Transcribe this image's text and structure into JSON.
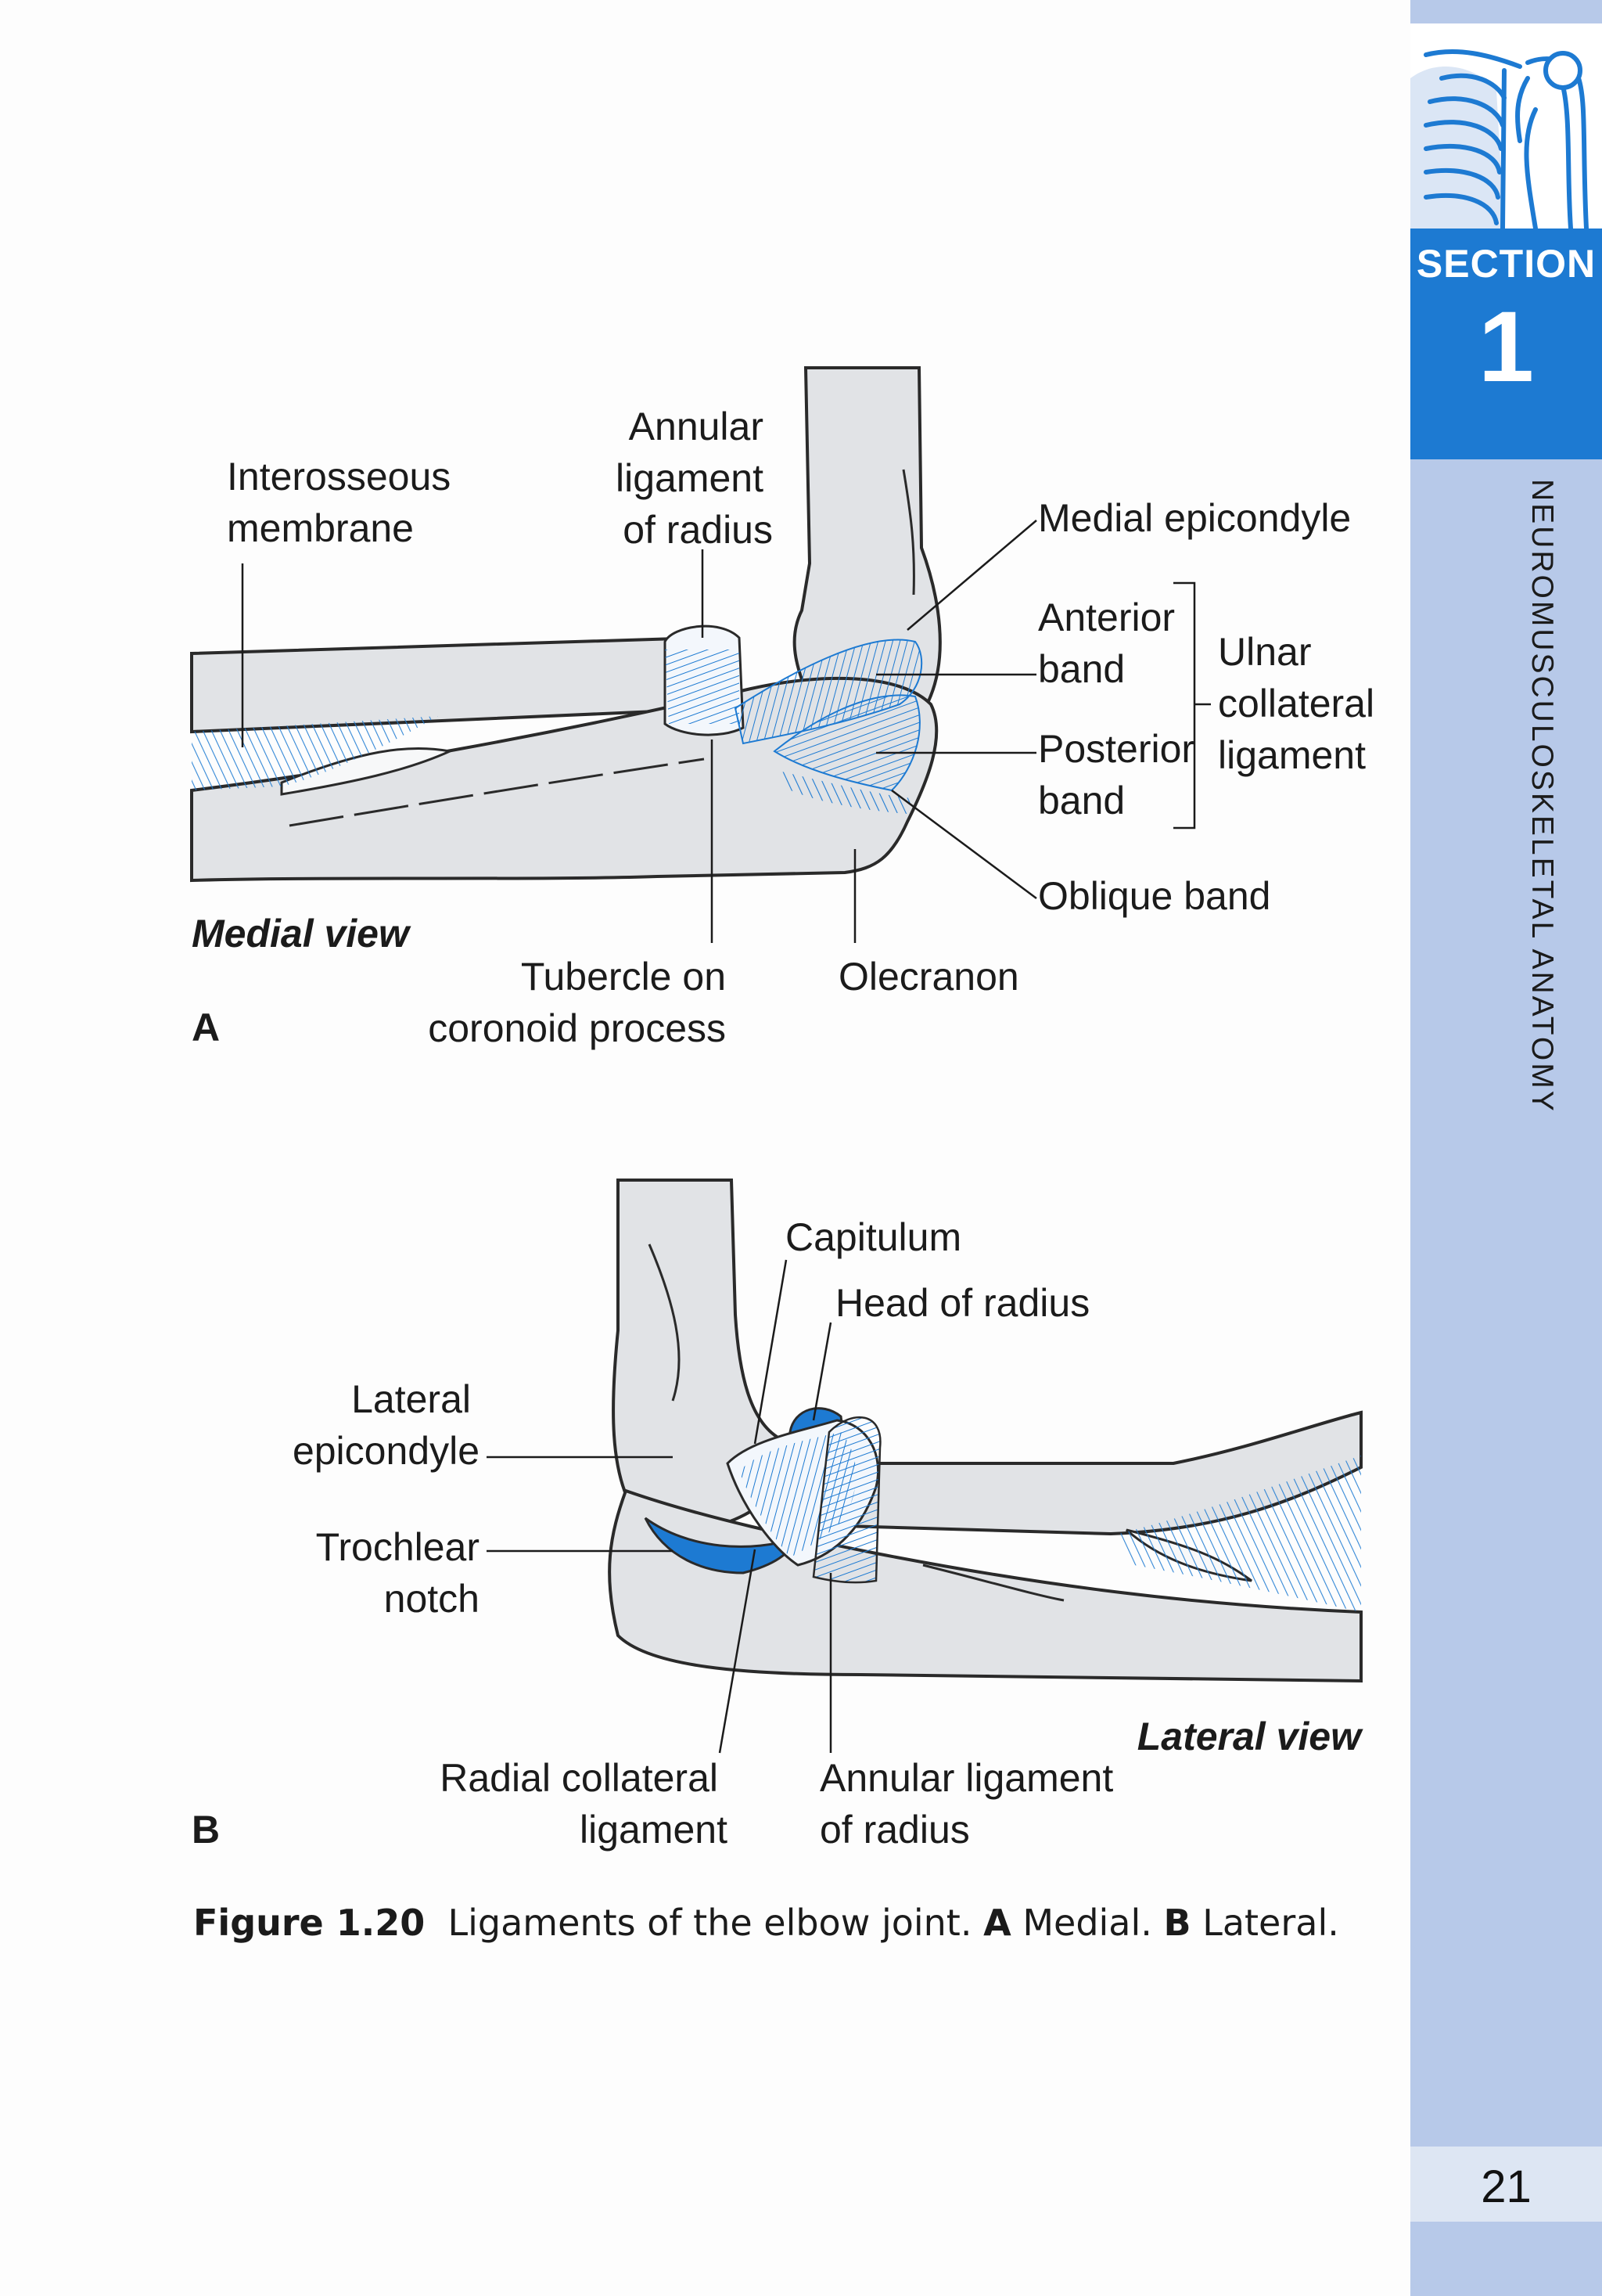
{
  "sidebar": {
    "section_label": "SECTION",
    "section_number": "1",
    "vertical_title": "NEUROMUSCULOSKELETAL ANATOMY",
    "page_number": "21",
    "colors": {
      "section_block": "#1d7ad2",
      "sidebar": "#b7c9e9",
      "page_box": "#dde6f3"
    },
    "icon": "skeleton-thorax-icon"
  },
  "figure_a": {
    "panel": "A",
    "view": "Medial view",
    "labels": {
      "interosseous": [
        "Interosseous",
        "membrane"
      ],
      "annular": [
        "Annular",
        "ligament",
        "of radius"
      ],
      "medial_epicondyle": "Medial epicondyle",
      "anterior_band": [
        "Anterior",
        "band"
      ],
      "posterior_band": [
        "Posterior",
        "band"
      ],
      "ulnar_collateral": [
        "Ulnar",
        "collateral",
        "ligament"
      ],
      "oblique_band": "Oblique band",
      "tubercle": [
        "Tubercle on",
        "coronoid process"
      ],
      "olecranon": "Olecranon"
    }
  },
  "figure_b": {
    "panel": "B",
    "view": "Lateral view",
    "labels": {
      "capitulum": "Capitulum",
      "head_of_radius": "Head of radius",
      "lateral_epicondyle": [
        "Lateral",
        "epicondyle"
      ],
      "trochlear_notch": [
        "Trochlear",
        "notch"
      ],
      "radial_collateral": [
        "Radial collateral",
        "ligament"
      ],
      "annular": [
        "Annular ligament",
        "of radius"
      ]
    }
  },
  "caption": {
    "figure_number": "Figure 1.20",
    "text": "Ligaments of the elbow joint.",
    "a_letter": "A",
    "a_text": "Medial.",
    "b_letter": "B",
    "b_text": "Lateral."
  },
  "colors": {
    "bone": "#e1e3e6",
    "bone_outline": "#2a2a2a",
    "ligament": "#1d7ad2",
    "ligament_fill": "#eef5fc"
  }
}
